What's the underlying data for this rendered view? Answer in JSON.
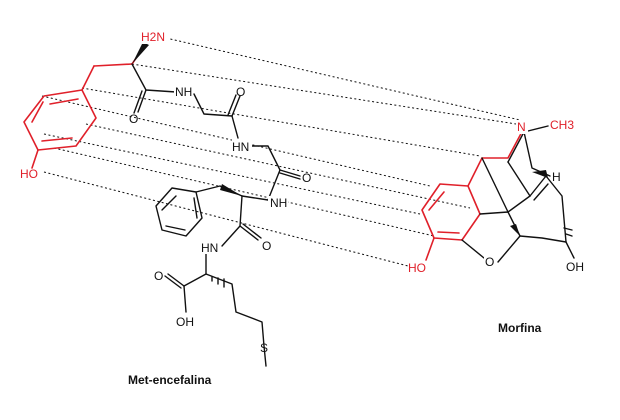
{
  "captions": {
    "left": "Met-encefalina",
    "right": "Morfina"
  },
  "atoms": {
    "nh2": "H2N",
    "nh_a": "NH",
    "o_a": "O",
    "o_b": "O",
    "hn_c": "HN",
    "o_c": "O",
    "nh_d": "NH",
    "hn_e": "HN",
    "o_e": "O",
    "o_acid": "O",
    "oh_acid": "OH",
    "s": "S",
    "ho_tyr": "HO",
    "n_morph": "N",
    "ch3": "CH3",
    "h_morph": "H",
    "ho_morph": "HO",
    "o_bridge": "O",
    "oh_morph": "OH"
  },
  "colors": {
    "pharmacophore": "#e0202a",
    "bonds": "#111111"
  }
}
